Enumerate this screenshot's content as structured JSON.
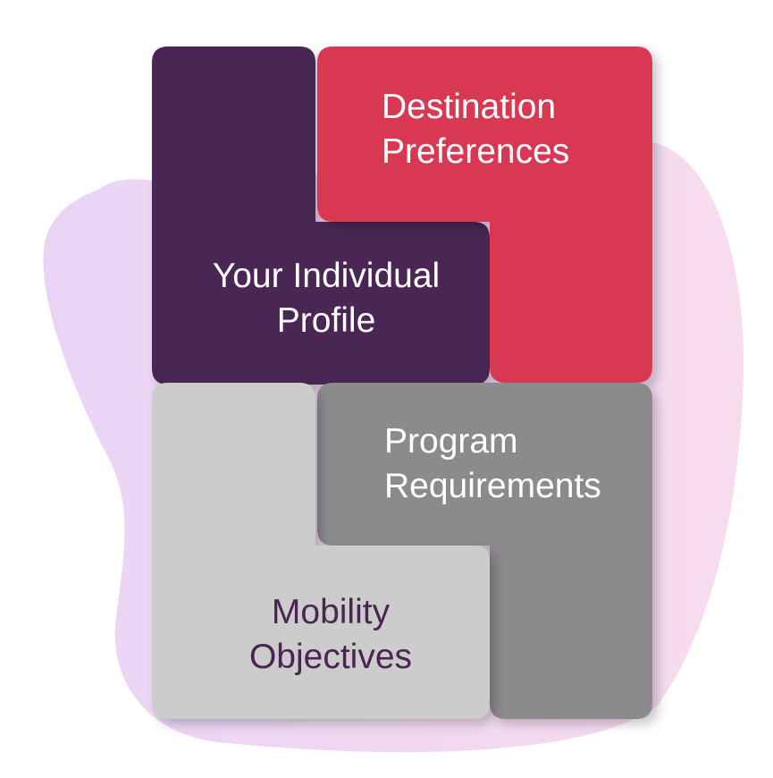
{
  "diagram": {
    "pieces": [
      {
        "id": "destination",
        "lines": [
          "Destination",
          "Preferences"
        ],
        "fill": "#d93952",
        "text_color": "#ffffff"
      },
      {
        "id": "profile",
        "lines": [
          "Your Individual",
          "Profile"
        ],
        "fill": "#4a2552",
        "text_color": "#ffffff"
      },
      {
        "id": "program",
        "lines": [
          "Program",
          "Requirements"
        ],
        "fill": "#8b8a8d",
        "text_color": "#ffffff"
      },
      {
        "id": "mobility",
        "lines": [
          "Mobility",
          "Objectives"
        ],
        "fill": "#cccccc",
        "text_color": "#4a2552"
      }
    ],
    "blob_colors": [
      "#ead4f6",
      "#f7dcee"
    ]
  }
}
